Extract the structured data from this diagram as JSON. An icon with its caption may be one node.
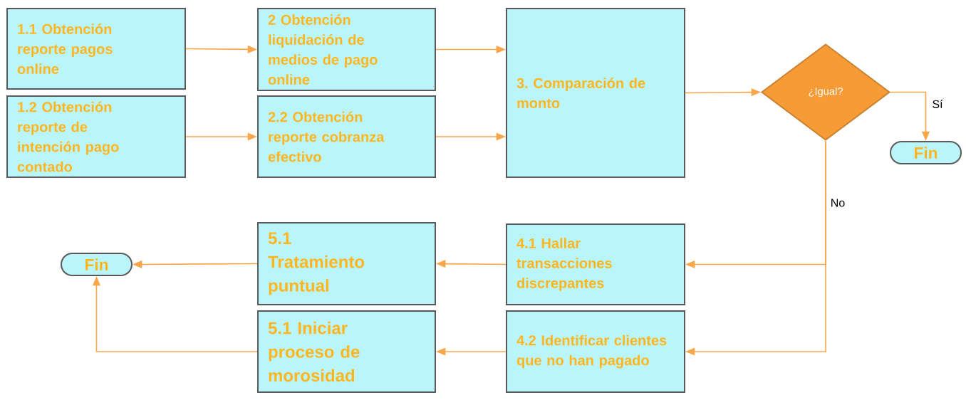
{
  "diagram": {
    "nodes": [
      {
        "text": [
          "1.1 Obtención reporte pagos online"
        ]
      },
      {
        "text": [
          "2 Obtención liquidación de medios de pago online"
        ]
      },
      {
        "text": [
          "3. Comparación de monto"
        ]
      },
      {
        "text": [
          "¿Igual?"
        ]
      },
      {
        "text": [
          "1.2 Obtención reporte de intención pago contado"
        ]
      },
      {
        "text": [
          "2.2 Obtención reporte cobranza efectivo"
        ]
      },
      {
        "text": [
          "Fin"
        ]
      },
      {
        "text": [
          "Fin"
        ]
      },
      {
        "text": [
          "5.1 Tratamiento puntual"
        ]
      },
      {
        "text": [
          "4.1 Hallar transacciones discrepantes"
        ]
      },
      {
        "text": [
          "5.1 Iniciar proceso de morosidad"
        ]
      },
      {
        "text": [
          "4.2 Identificar clientes que no han pagado"
        ]
      }
    ],
    "edges": [
      {
        "from": 0,
        "to": 1,
        "arrow": "to"
      },
      {
        "from": 4,
        "to": 5,
        "arrow": "to"
      },
      {
        "from": 1,
        "to": 2,
        "arrow": "to"
      },
      {
        "from": 5,
        "to": 2,
        "arrow": "to"
      },
      {
        "from": 2,
        "to": 3,
        "arrow": "to"
      },
      {
        "from": 3,
        "to": 6,
        "arrow": "to",
        "label": "Sí"
      },
      {
        "from": 3,
        "to": 9,
        "arrow": "to",
        "label": "No"
      },
      {
        "from": 3,
        "to": 11,
        "arrow": "to"
      },
      {
        "from": 9,
        "to": 8,
        "arrow": "to"
      },
      {
        "from": 11,
        "to": 10,
        "arrow": "to"
      },
      {
        "from": 8,
        "to": 7,
        "arrow": "to"
      },
      {
        "from": 10,
        "to": 7,
        "arrow": "to"
      }
    ]
  }
}
